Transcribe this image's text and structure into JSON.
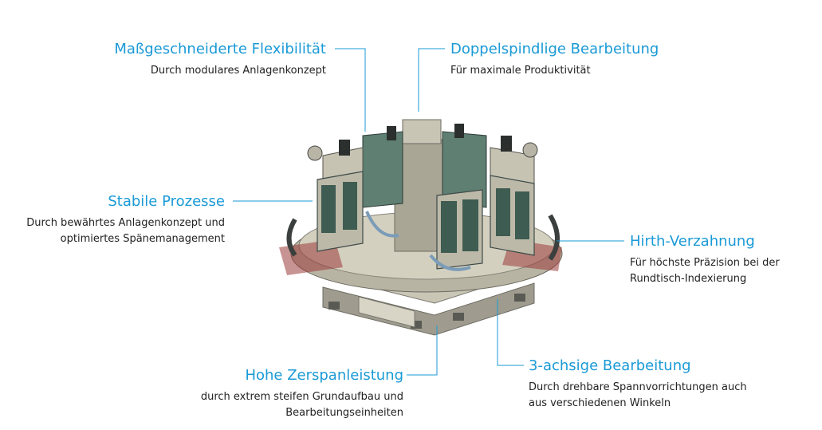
{
  "colors": {
    "accent": "#1a9ad6",
    "text": "#222222",
    "machine_body": "#bdb9a8",
    "machine_dark": "#3d4a48",
    "machine_panel": "#4d7a6a",
    "machine_frame": "#8d8b80"
  },
  "callouts": [
    {
      "id": "flexibility",
      "title": "Maßgeschneiderte Flexibilität",
      "lines": [
        "Durch modulares Anlagenkonzept"
      ]
    },
    {
      "id": "dual-spindle",
      "title": "Doppelspindlige Bearbeitung",
      "lines": [
        "Für maximale Produktivität"
      ]
    },
    {
      "id": "stable-processes",
      "title": "Stabile Prozesse",
      "lines": [
        "Durch bewährtes Anlagenkonzept und",
        "optimiertes Spänemanagement"
      ]
    },
    {
      "id": "hirth",
      "title": "Hirth-Verzahnung",
      "lines": [
        "Für höchste Präzision bei der",
        "Rundtisch-Indexierung"
      ]
    },
    {
      "id": "cutting-performance",
      "title": "Hohe Zerspanleistung",
      "lines": [
        "durch extrem steifen Grundaufbau und",
        "Bearbeitungseinheiten"
      ]
    },
    {
      "id": "three-axis",
      "title": "3-achsige Bearbeitung",
      "lines": [
        "Durch drehbare Spannvorrichtungen auch",
        "aus verschiedenen Winkeln"
      ]
    }
  ]
}
